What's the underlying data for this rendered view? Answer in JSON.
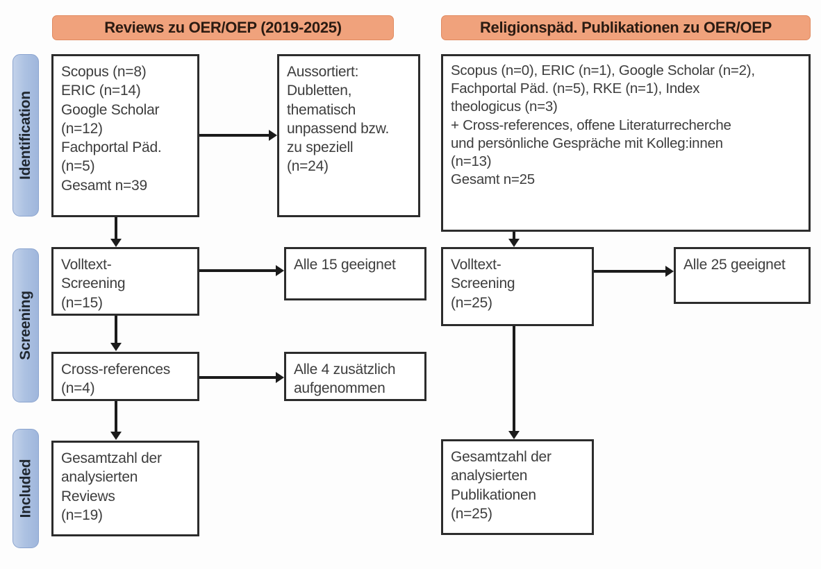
{
  "diagram": {
    "type": "prisma-flow-diagram",
    "stages": [
      {
        "id": "identification",
        "label": "Identification"
      },
      {
        "id": "screening",
        "label": "Screening"
      },
      {
        "id": "included",
        "label": "Included"
      }
    ],
    "columns": [
      {
        "id": "reviews",
        "header": "Reviews zu OER/OEP (2019-2025)"
      },
      {
        "id": "publikationen",
        "header": "Religionspäd. Publikationen zu OER/OEP"
      }
    ],
    "boxes": {
      "left_identification_sources": "Scopus (n=8)\nERIC (n=14)\nGoogle Scholar\n(n=12)\nFachportal Päd.\n(n=5)\nGesamt n=39",
      "left_identification_excluded": "Aussortiert:\nDubletten,\nthematisch\nunpassend bzw.\nzu speziell\n(n=24)",
      "left_screening_fulltext": "Volltext-\nScreening\n(n=15)",
      "left_screening_eligible": "Alle 15 geeignet",
      "left_crossrefs": "Cross-references\n(n=4)",
      "left_crossrefs_added": "Alle 4 zusätzlich\naufgenommen",
      "left_included_total": "Gesamtzahl der\nanalysierten\nReviews\n(n=19)",
      "right_identification_sources": "Scopus (n=0), ERIC (n=1), Google Scholar (n=2),\nFachportal Päd. (n=5), RKE (n=1), Index\ntheologicus (n=3)\n+ Cross-references, offene Literaturrecherche\nund persönliche Gespräche mit Kolleg:innen\n(n=13)\nGesamt n=25",
      "right_screening_fulltext": "Volltext-\nScreening\n(n=25)",
      "right_screening_eligible": "Alle 25 geeignet",
      "right_included_total": "Gesamtzahl der\nanalysierten\nPublikationen\n(n=25)"
    },
    "colors": {
      "header_orange": "#f0a27c",
      "stage_blue": "#adc2e2",
      "box_border": "#2c2c2c",
      "text": "#3d3d3d",
      "connector": "#1b1b1b"
    }
  }
}
